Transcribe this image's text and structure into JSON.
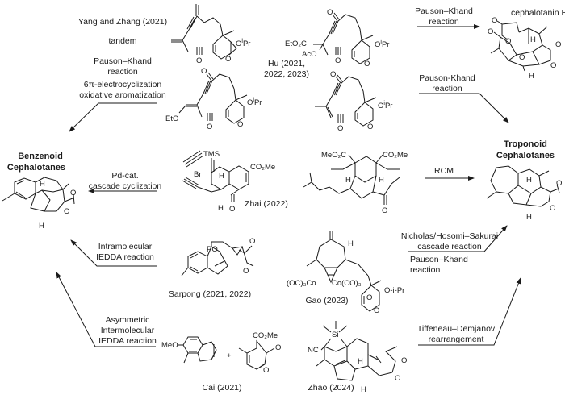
{
  "colors": {
    "ink": "#1a1a1a",
    "background": "#ffffff"
  },
  "targets": {
    "benzenoid": {
      "line1": "Benzenoid",
      "line2": "Cephalotanes"
    },
    "troponoid": {
      "line1": "Troponoid",
      "line2": "Cephalotanes"
    },
    "natural_product": "cephalotanin B"
  },
  "authors": {
    "yang_zhang": "Yang and Zhang (2021)",
    "hu_line1": "Hu (2021,",
    "hu_line2": "2022, 2023)",
    "zhai": "Zhai (2022)",
    "sarpong": "Sarpong (2021, 2022)",
    "gao": "Gao (2023)",
    "cai": "Cai (2021)",
    "zhao": "Zhao (2024)"
  },
  "conditions": {
    "yang_zhang": [
      "tandem",
      "Pauson–Khand",
      "reaction",
      "6π-electrocyclization",
      "oxidative aromatization"
    ],
    "hu_top": [
      "Pauson–Khand",
      "reaction"
    ],
    "hu_bottom": [
      "Pauson-Khand",
      "reaction"
    ],
    "pd": [
      "Pd-cat.",
      "cascade cyclization"
    ],
    "rcm": [
      "RCM"
    ],
    "sarpong": [
      "Intramolecular",
      "IEDDA reaction"
    ],
    "gao": [
      "Nicholas/Hosomi–Sakurai",
      "cascade reaction",
      "Pauson–Khand",
      "reaction"
    ],
    "cai": [
      "Asymmetric",
      "Intermolecular",
      "IEDDA reaction"
    ],
    "zhao": [
      "Tiffeneau–Demjanov",
      "rearrangement"
    ]
  },
  "labels": {
    "oipr": "O",
    "oipr_sup": "i",
    "pr": "Pr",
    "o_ipr_dash": "O-i-Pr",
    "o": "O",
    "eto2c": "EtO₂C",
    "aco": "AcO",
    "eto": "EtO",
    "tms": "TMS",
    "br": "Br",
    "co2me": "CO₂Me",
    "meo2c": "MeO₂C",
    "h": "H",
    "po": "PO",
    "co_left": "(OC)₃Co",
    "co_right": "Co(CO)₃",
    "meo": "MeO",
    "plus": "+",
    "si": "Si",
    "nc": "NC"
  }
}
